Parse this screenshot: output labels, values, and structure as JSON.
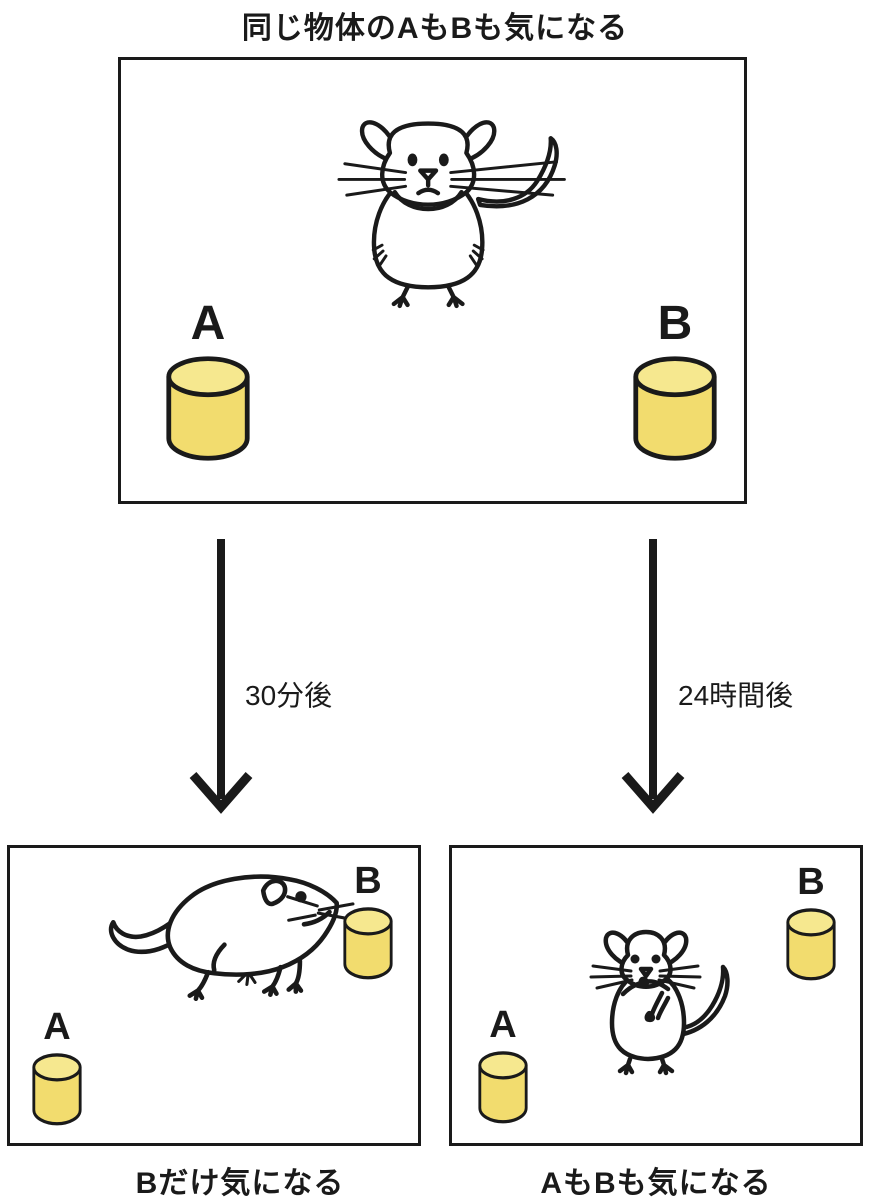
{
  "title": "同じ物体のAもBも気になる",
  "colors": {
    "outline": "#1a1a1a",
    "cylinder_fill": "#F2DC6E",
    "cylinder_top_fill": "#F6E88F"
  },
  "top_panel": {
    "animal_icon": "rodent-front-facing",
    "objects": {
      "a": "A",
      "b": "B"
    }
  },
  "transitions": {
    "left": {
      "icon": "down-arrow",
      "label": "30分後"
    },
    "right": {
      "icon": "down-arrow",
      "label": "24時間後"
    }
  },
  "bottom_left_panel": {
    "animal_icon": "rodent-sniffing-object-b",
    "objects": {
      "a": "A",
      "b": "B"
    },
    "caption": "Bだけ気になる"
  },
  "bottom_right_panel": {
    "animal_icon": "rodent-front-grooming",
    "objects": {
      "a": "A",
      "b": "B"
    },
    "caption": "AもBも気になる"
  }
}
